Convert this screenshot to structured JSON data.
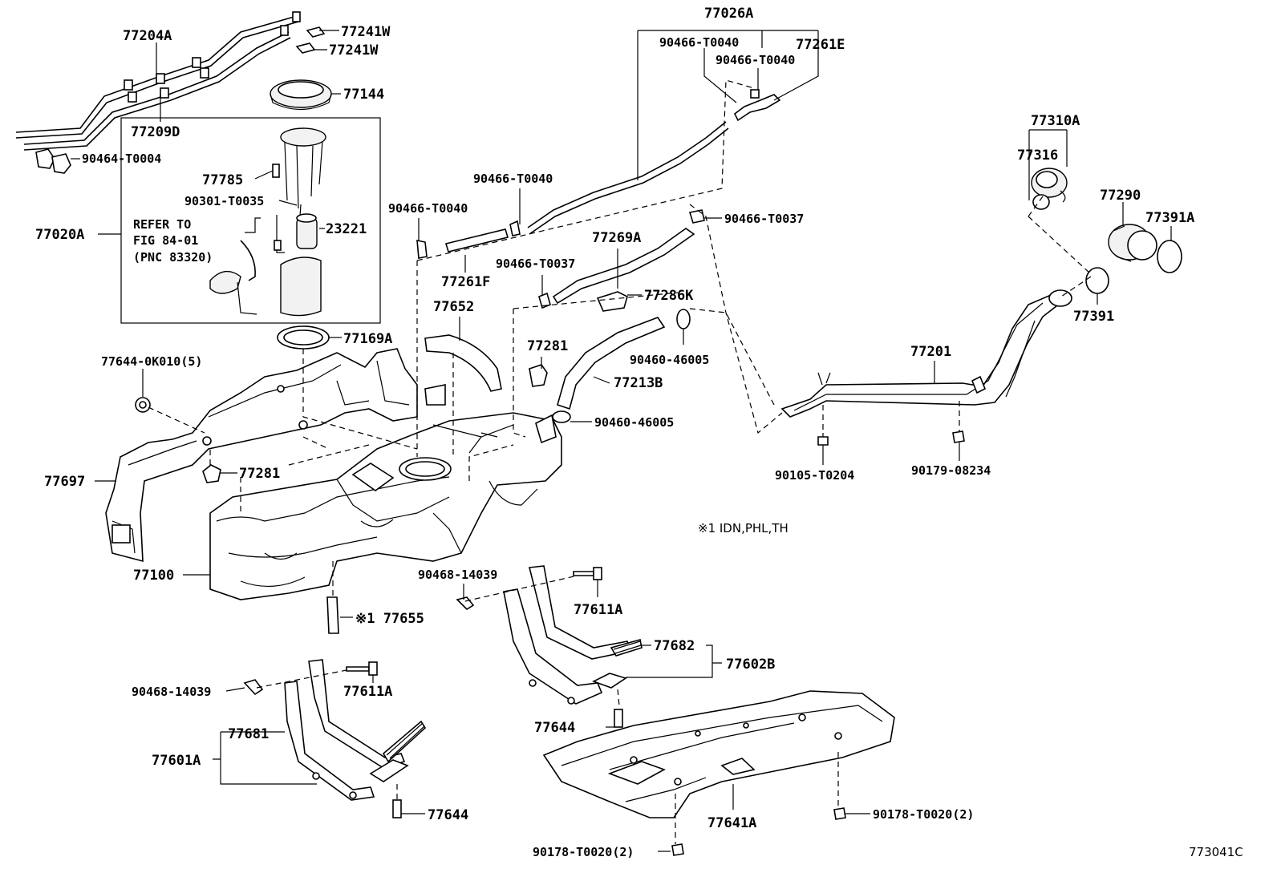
{
  "labels": {
    "l77204A": "77204A",
    "l77241W_1": "77241W",
    "l77241W_2": "77241W",
    "l77144": "77144",
    "l77209D": "77209D",
    "l90464": "90464-T0004",
    "l77785": "77785",
    "l90301": "90301-T0035",
    "l77020A": "77020A",
    "refer1": "REFER TO",
    "refer2": "FIG 84-01",
    "refer3": "(PNC 83320)",
    "l23221": "23221",
    "l77169A": "77169A",
    "l776440K": "77644-0K010(5)",
    "l77697": "77697",
    "l77281_a": "77281",
    "l77100": "77100",
    "l77026A": "77026A",
    "l90466_a": "90466-T0040",
    "l90466_b": "90466-T0040",
    "l77261E": "77261E",
    "l90466_c": "90466-T0040",
    "l90466_d": "90466-T0040",
    "l90466_e": "90466-T0037",
    "l77269A": "77269A",
    "l77261F": "77261F",
    "l90466_f": "90466-T0037",
    "l77286K": "77286K",
    "l77652": "77652",
    "l77281_b": "77281",
    "l77213B": "77213B",
    "l90460_a": "90460-46005",
    "l90460_b": "90460-46005",
    "l77310A": "77310A",
    "l77316": "77316",
    "l77290": "77290",
    "l77391A": "77391A",
    "l77391": "77391",
    "l77201": "77201",
    "l90105": "90105-T0204",
    "l90179": "90179-08234",
    "note1": "※1 IDN,PHL,TH",
    "l90468_a": "90468-14039",
    "l77611A_a": "77611A",
    "l77655": "※1 77655",
    "l77682": "77682",
    "l77602B": "77602B",
    "l90468_b": "90468-14039",
    "l77611A_b": "77611A",
    "l77681": "77681",
    "l77601A": "77601A",
    "l77644_a": "77644",
    "l77644_b": "77644",
    "l77641A": "77641A",
    "l90178_a": "90178-T0020(2)",
    "l90178_b": "90178-T0020(2)",
    "ref": "773041C"
  }
}
